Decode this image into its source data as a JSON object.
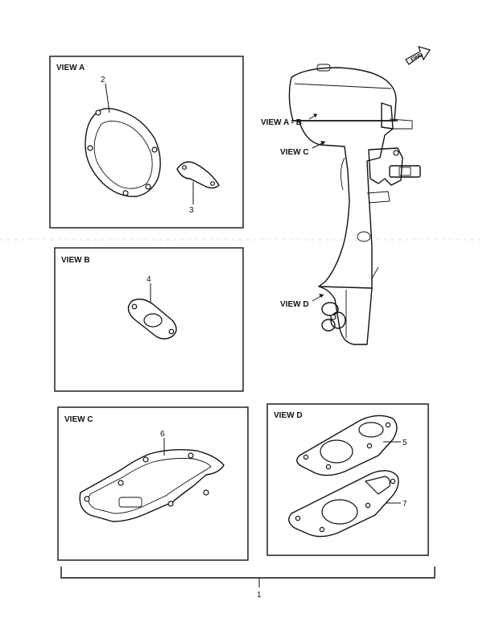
{
  "views": {
    "a": "VIEW A",
    "b": "VIEW B",
    "c": "VIEW C",
    "d": "VIEW D",
    "ab_pointer": "VIEW A - B",
    "c_pointer": "VIEW C",
    "d_pointer": "VIEW D"
  },
  "callouts": {
    "p1": "1",
    "p2": "2",
    "p3": "3",
    "p4": "4",
    "p5": "5",
    "p6": "6",
    "p7": "7"
  },
  "fwd_label": "FWD"
}
